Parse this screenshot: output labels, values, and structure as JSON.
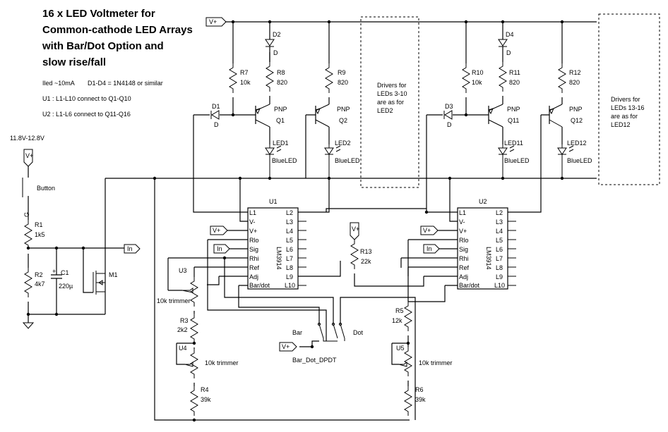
{
  "title": {
    "line1": "16 x LED Voltmeter for",
    "line2": "Common-cathode LED Arrays",
    "line3": "with Bar/Dot Option and",
    "line4": "slow rise/fall"
  },
  "notes": {
    "current": "Iled ~10mA",
    "diodes": "D1-D4 = 1N4148 or similar",
    "u1": "U1 : L1-L10 connect to Q1-Q10",
    "u2": "U2 : L1-L6 connect to Q11-Q16",
    "supply": "11.8V-12.8V"
  },
  "nets": {
    "vplus": "V+",
    "in": "In"
  },
  "pins": [
    "L1",
    "V-",
    "V+",
    "Rlo",
    "Sig",
    "Rhi",
    "Ref",
    "Adj",
    "Bar/dot",
    "L2",
    "L3",
    "L4",
    "L5",
    "L6",
    "L7",
    "L8",
    "L9",
    "L10"
  ],
  "ic_part": "LM3914",
  "components": {
    "r1": [
      "R1",
      "1k5"
    ],
    "r2": [
      "R2",
      "4k7"
    ],
    "c1": [
      "C1",
      "220µ"
    ],
    "m1": "M1",
    "button": "Button",
    "gate_pin": "G",
    "r7": [
      "R7",
      "10k"
    ],
    "r8": [
      "R8",
      "820"
    ],
    "r9": [
      "R9",
      "820"
    ],
    "r10": [
      "R10",
      "10k"
    ],
    "r11": [
      "R11",
      "820"
    ],
    "r12": [
      "R12",
      "820"
    ],
    "d1": [
      "D1",
      "D"
    ],
    "d2": [
      "D2",
      "D"
    ],
    "d3": [
      "D3",
      "D"
    ],
    "d4": [
      "D4",
      "D"
    ],
    "q1": [
      "PNP",
      "Q1"
    ],
    "q2": [
      "PNP",
      "Q2"
    ],
    "q11": [
      "PNP",
      "Q11"
    ],
    "q12": [
      "PNP",
      "Q12"
    ],
    "led1": [
      "LED1",
      "BlueLED"
    ],
    "led2": [
      "LED2",
      "BlueLED"
    ],
    "led11": [
      "LED11",
      "BlueLED"
    ],
    "led12": [
      "LED12",
      "BlueLED"
    ],
    "u1": "U1",
    "u2": "U2",
    "u3": "U3",
    "u4": "U4",
    "u5": "U5",
    "trimmer": "10k trimmer",
    "trimmer_b": "10k trimmer",
    "r3": [
      "R3",
      "2k2"
    ],
    "r4": [
      "R4",
      "39k"
    ],
    "r5": [
      "R5",
      "12k"
    ],
    "r6": [
      "R6",
      "39k"
    ],
    "r13": [
      "R13",
      "22k"
    ],
    "bar": "Bar",
    "dotlbl": "Dot",
    "dpdt": "Bar_Dot_DPDT"
  },
  "drivers_a": [
    "Drivers for",
    "LEDs 3-10",
    "are as for",
    "LED2"
  ],
  "drivers_b": [
    "Drivers for",
    "LEDs 13-16",
    "are as for",
    "LED12"
  ]
}
